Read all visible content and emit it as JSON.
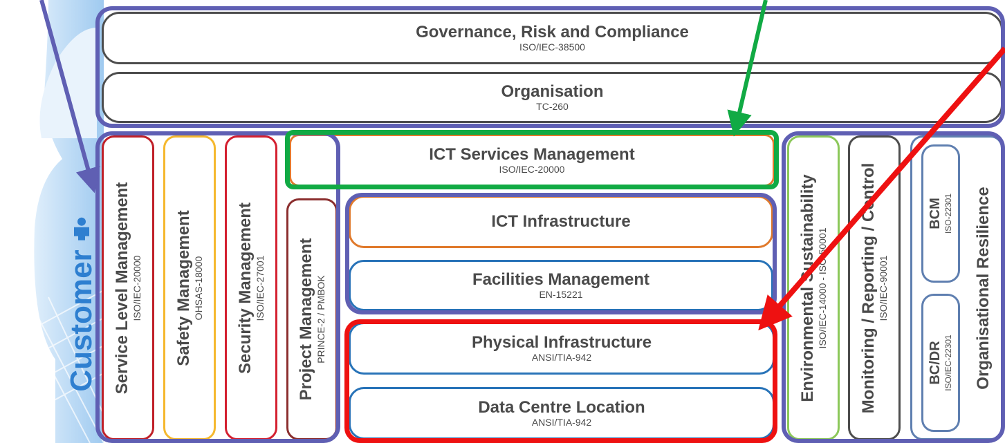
{
  "colors": {
    "group_border": "#5f5fb3",
    "green_highlight": "#11aa44",
    "red_highlight": "#ee1111",
    "customer_blue": "#2e7fd0"
  },
  "customer": {
    "label": "Customer",
    "icon": "person-icon"
  },
  "top": {
    "governance": {
      "title": "Governance, Risk and Compliance",
      "standard": "ISO/IEC-38500"
    },
    "organisation": {
      "title": "Organisation",
      "standard": "TC-260"
    }
  },
  "columns": {
    "service_level": {
      "title": "Service Level Management",
      "standard": "ISO/IEC-20000"
    },
    "safety": {
      "title": "Safety Management",
      "standard": "OHSAS-18000"
    },
    "security": {
      "title": "Security Management",
      "standard": "ISO/IEC-27001"
    },
    "project": {
      "title": "Project Management",
      "standard": "PRINCE-2 / PMBOK"
    }
  },
  "center": {
    "ict_services": {
      "title": "ICT Services Management",
      "standard": "ISO/IEC-20000"
    },
    "ict_infrastructure": {
      "title": "ICT Infrastructure"
    },
    "facilities": {
      "title": "Facilities Management",
      "standard": "EN-15221"
    },
    "physical": {
      "title": "Physical Infrastructure",
      "standard": "ANSI/TIA-942"
    },
    "dc_location": {
      "title": "Data Centre Location",
      "standard": "ANSI/TIA-942"
    }
  },
  "right": {
    "environmental": {
      "title": "Environmental Sustainability",
      "standard": "ISO/IEC-14000 - ISO-50001"
    },
    "monitoring": {
      "title": "Monitoring / Reporting / Control",
      "standard": "ISO/IEC-90001"
    },
    "bcm": {
      "title": "BCM",
      "standard": "ISO-22301"
    },
    "bcdr": {
      "title": "BC/DR",
      "standard": "ISO/IEC-22301"
    },
    "resilience": {
      "title": "Organisational Resilience"
    }
  }
}
